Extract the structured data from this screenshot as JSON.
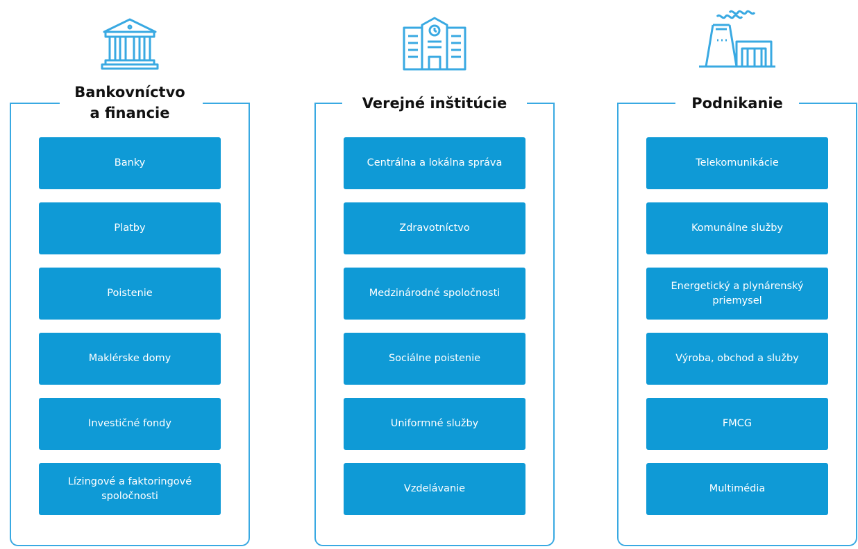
{
  "columns": [
    {
      "icon": "bank-building-icon",
      "title": "Bankovníctvo\na financie",
      "items": [
        "Banky",
        "Platby",
        "Poistenie",
        "Maklérske domy",
        "Investičné fondy",
        "Lízingové a faktoringové spoločnosti"
      ]
    },
    {
      "icon": "public-institution-building-icon",
      "title": "Verejné inštitúcie",
      "items": [
        "Centrálna a lokálna správa",
        "Zdravotníctvo",
        "Medzinárodné spoločnosti",
        "Sociálne poistenie",
        "Uniformné služby",
        "Vzdelávanie"
      ]
    },
    {
      "icon": "factory-icon",
      "title": "Podnikanie",
      "items": [
        "Telekomunikácie",
        "Komunálne služby",
        "Energetický a plynárenský priemysel",
        "Výroba, obchod a služby",
        "FMCG",
        "Multimédia"
      ]
    }
  ],
  "colors": {
    "accent": "#39a9e2",
    "item_bg": "#0f9ad6",
    "item_text": "#ffffff",
    "title_text": "#111111"
  }
}
